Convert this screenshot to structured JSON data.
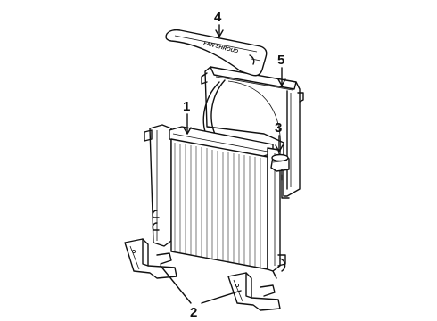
{
  "callouts": {
    "c1": "1",
    "c2": "2",
    "c3": "3",
    "c4": "4",
    "c5": "5"
  },
  "shroud_lettering": "FAN SHROUD",
  "colors": {
    "ink": "#111111",
    "background": "#ffffff"
  }
}
